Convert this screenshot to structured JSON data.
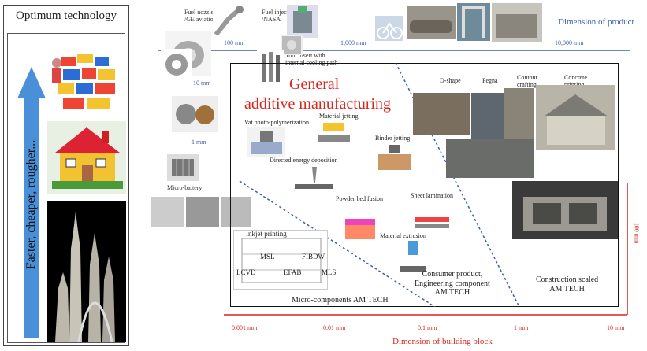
{
  "left_panel": {
    "title": "Optimum technology",
    "arrow_text": "Faster, cheaper, rougher..."
  },
  "top_axis": {
    "label": "Dimension of product",
    "ticks": [
      "100 mm",
      "1,000 mm",
      "10,000 mm"
    ]
  },
  "size_marks": {
    "ten_mm": "10 mm",
    "one_mm": "1 mm"
  },
  "bottom_axis": {
    "label": "Dimension of building block",
    "ticks": [
      "0.001 mm",
      "0.01 mm",
      "0.1 mm",
      "1 mm",
      "10 mm"
    ]
  },
  "right_axis": {
    "label": "100 mm"
  },
  "product_labels": {
    "fuel_nozzle": "Fuel nozzle\n/GE aviation",
    "fuel_injector": "Fuel injector\n/NASA",
    "tool_insert": "Tool insert with\ninternal cooling path",
    "micro_battery": "Micro-battery"
  },
  "center": {
    "title_line1": "General",
    "title_line2": "additive manufacturing",
    "techs": [
      "Vat photo-polymerization",
      "Material jetting",
      "Binder jetting",
      "Directed energy deposition",
      "Powder bed fusion",
      "Sheet lamination",
      "Material extrusion"
    ]
  },
  "construction_methods": [
    "D-shape",
    "Pegna",
    "Contour\ncrafting",
    "Concrete\nprinting"
  ],
  "micro": {
    "techs": [
      "Inkjet printing",
      "MSL",
      "FIBDW",
      "LCVD",
      "EFAB",
      "MLS"
    ],
    "label": "Micro-components AM TECH"
  },
  "region_labels": {
    "consumer": "Consumer product,\nEngineering component\nAM TECH",
    "construction": "Construction scaled\nAM TECH"
  },
  "colors": {
    "accent_red": "#d9251c",
    "axis_blue": "#3a5fae",
    "arrow_blue": "#4a90d9"
  }
}
